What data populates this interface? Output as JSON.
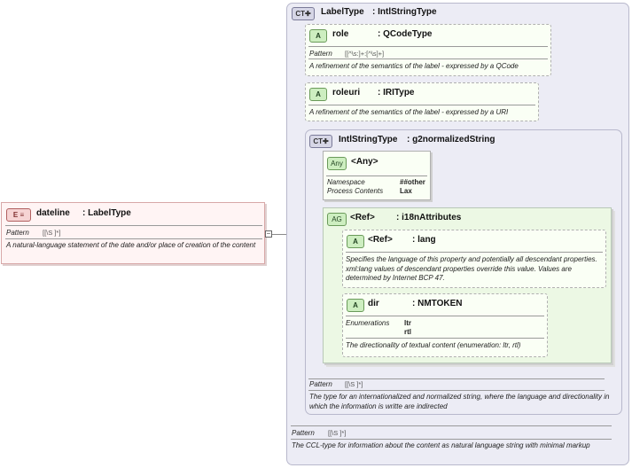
{
  "root": {
    "badge": "E",
    "name": "dateline",
    "type": ": LabelType",
    "pattern_label": "Pattern",
    "pattern_value": "[[\\S ]*]",
    "description": "A natural-language statement of the date and/or place of creation of the content"
  },
  "labeltype": {
    "badge": "CT",
    "name": "LabelType",
    "type": ": IntlStringType",
    "role": {
      "badge": "A",
      "name": "role",
      "type": ": QCodeType",
      "pattern_label": "Pattern",
      "pattern_value": "[[^\\s:]+:[^\\s]+]",
      "description": "A refinement of the semantics of the label - expressed by a QCode"
    },
    "roleuri": {
      "badge": "A",
      "name": "roleuri",
      "type": ": IRIType",
      "description": "A refinement of the semantics of the label - expressed by a URI"
    },
    "pattern_label": "Pattern",
    "pattern_value": "[[\\S ]*]",
    "description": "The CCL-type for information about the content as natural language string with minimal markup"
  },
  "intlstring": {
    "badge": "CT",
    "name": "IntlStringType",
    "type": ": g2normalizedString",
    "any": {
      "badge": "Any",
      "name": "<Any>",
      "namespace_label": "Namespace",
      "namespace_value": "##other",
      "process_label": "Process Contents",
      "process_value": "Lax"
    },
    "i18n": {
      "badge": "AG",
      "name": "<Ref>",
      "type": ": i18nAttributes",
      "lang": {
        "badge": "A",
        "name": "<Ref>",
        "type": ": lang",
        "description": "Specifies the language of this property and potentially all descendant properties. xml:lang values of descendant properties override this value. Values are determined by Internet BCP 47."
      },
      "dir": {
        "badge": "A",
        "name": "dir",
        "type": ": NMTOKEN",
        "enum_label": "Enumerations",
        "enum_values": [
          "ltr",
          "rtl"
        ],
        "description": "The directionality of textual content (enumeration: ltr, rtl)"
      }
    },
    "pattern_label": "Pattern",
    "pattern_value": "[[\\S ]*]",
    "description": "The type for an internationalized and normalized string, where the language and directionality in which the information is writte are indirected"
  },
  "colors": {
    "complex_type_bg": "#ececf5",
    "attribute_bg": "#fafff5",
    "element_bg": "#fff4f4",
    "connector": "#8a8a8a"
  }
}
